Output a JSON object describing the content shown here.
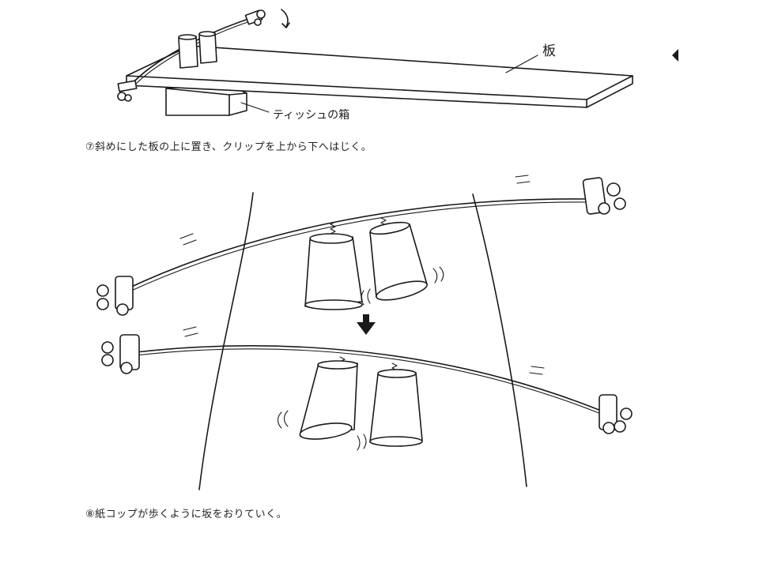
{
  "labels": {
    "board": "板",
    "tissue_box": "ティッシュの箱"
  },
  "captions": {
    "step7": "⑦斜めにした板の上に置き、クリップを上から下へはじく。",
    "step8": "⑧紙コップが歩くように坂をおりていく。"
  },
  "colors": {
    "ink": "#1a1a1a",
    "background": "#ffffff"
  }
}
